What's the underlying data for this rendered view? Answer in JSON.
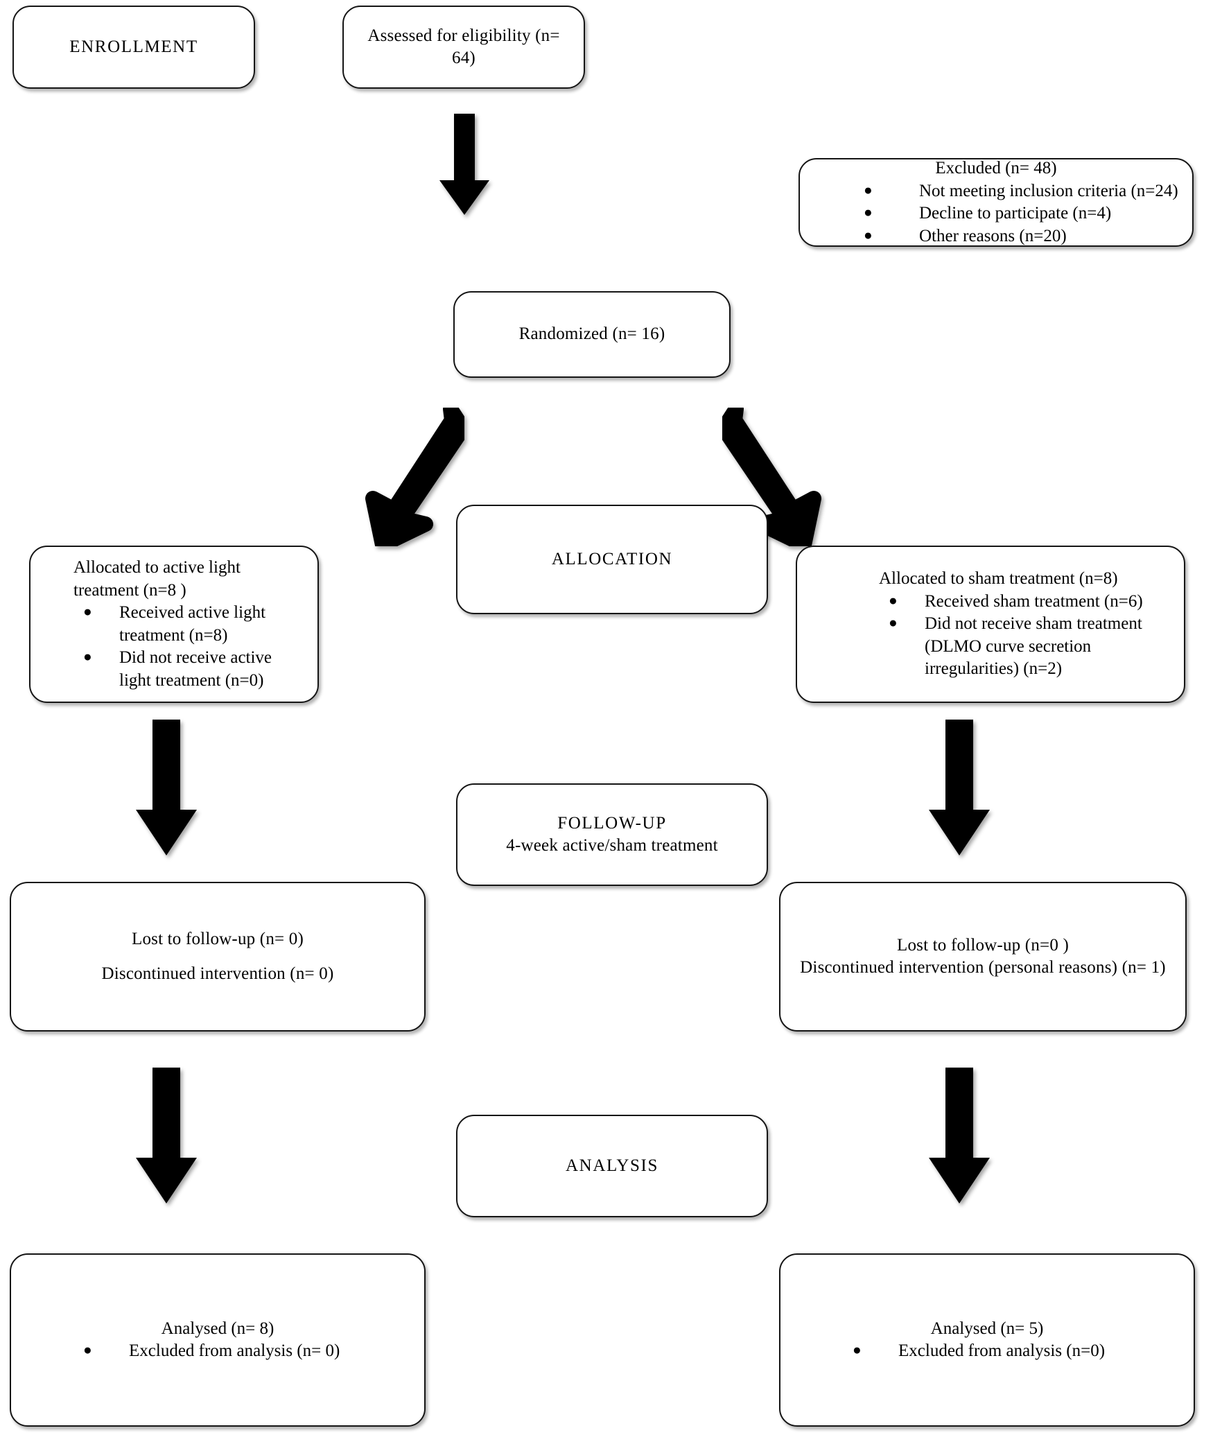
{
  "diagram": {
    "type": "consort-flow-diagram",
    "title": "",
    "stage_labels": {
      "enrollment": "ENROLLMENT",
      "allocation": "ALLOCATION",
      "followup_line1": "FOLLOW-UP",
      "followup_line2": "4-week active/sham treatment",
      "analysis": "ANALYSIS"
    },
    "nodes": {
      "assessed": {
        "text": "Assessed for eligibility (n= 64)"
      },
      "excluded": {
        "heading": "Excluded (n= 48)",
        "bullets": [
          "Not meeting inclusion criteria (n=24)",
          "Decline to participate (n=4)",
          "Other reasons (n=20)"
        ]
      },
      "randomized": {
        "text": "Randomized (n= 16)"
      },
      "allocated_active": {
        "heading": "Allocated to active light treatment (n=8 )",
        "bullets": [
          "Received active light treatment (n=8)",
          "Did not receive active light treatment (n=0)"
        ]
      },
      "allocated_sham": {
        "heading": "Allocated to sham treatment (n=8)",
        "bullets": [
          "Received sham treatment (n=6)",
          "Did not receive sham treatment (DLMO curve secretion irregularities) (n=2)"
        ]
      },
      "followup_active": {
        "line1": "Lost to follow-up (n= 0)",
        "line2": "Discontinued intervention (n= 0)"
      },
      "followup_sham": {
        "line1": "Lost to follow-up (n=0 )",
        "line2": "Discontinued intervention (personal reasons) (n= 1)"
      },
      "analysed_active": {
        "heading": "Analysed (n= 8)",
        "bullets": [
          "Excluded from analysis (n= 0)"
        ]
      },
      "analysed_sham": {
        "heading": "Analysed (n= 5)",
        "bullets": [
          "Excluded from analysis (n=0)"
        ]
      }
    },
    "arrows": [
      {
        "name": "assessed-to-randomized",
        "direction": "down"
      },
      {
        "name": "randomized-to-active",
        "direction": "down-left"
      },
      {
        "name": "randomized-to-sham",
        "direction": "down-right"
      },
      {
        "name": "active-allocation-to-followup",
        "direction": "down"
      },
      {
        "name": "sham-allocation-to-followup",
        "direction": "down"
      },
      {
        "name": "active-followup-to-analysis",
        "direction": "down"
      },
      {
        "name": "sham-followup-to-analysis",
        "direction": "down"
      }
    ],
    "colors": {
      "box_border": "#151515",
      "box_fill": "#ffffff",
      "arrow_fill": "#000000",
      "text": "#000000"
    }
  }
}
